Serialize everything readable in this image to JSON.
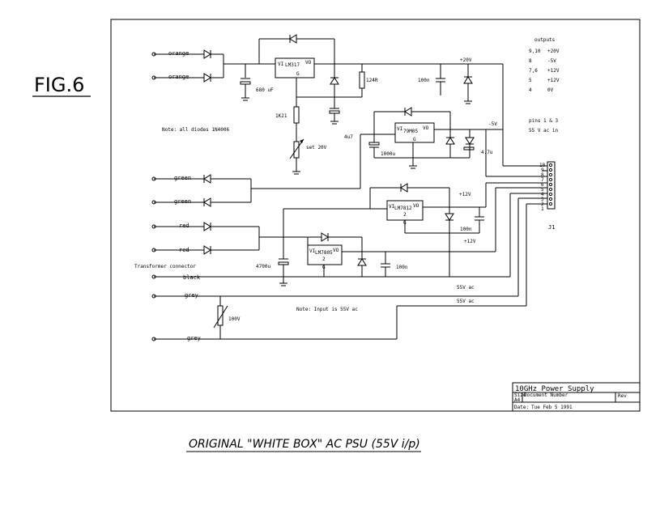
{
  "figure_label": "FIG.6",
  "caption": "ORIGINAL \"WHITE BOX\" AC PSU (55V i/p)",
  "outputs": {
    "heading": "outputs",
    "lines": [
      {
        "pins": "9,10",
        "value": "+20V"
      },
      {
        "pins": "8",
        "value": "-5V"
      },
      {
        "pins": "7,6",
        "value": "+12V"
      },
      {
        "pins": "5",
        "value": "+12V"
      },
      {
        "pins": "4",
        "value": "0V"
      }
    ],
    "input_pins": "pins 1 & 3",
    "input_value": "55 V ac in"
  },
  "notes": {
    "diodes": "Note: all diodes 1N4006",
    "input": "Note: Input is 55V ac"
  },
  "wires": {
    "orange": "orange",
    "green": "green",
    "red": "red",
    "black": "black",
    "grey": "grey",
    "transformer": "Transformer connector"
  },
  "regulators": {
    "lm317": "LM317",
    "r79m05": "79M05",
    "lm7812": "LM7812",
    "lm7805": "LM7805",
    "vi": "VI",
    "vo": "VO",
    "g": "G",
    "pin_u2": "2",
    "pin_u3": "2"
  },
  "components": {
    "c680": "680 uF",
    "r1k": "1K21",
    "r124": "124R",
    "c100n_top": "100n",
    "c4u7": "4u7",
    "vr_set": "set 20V",
    "c1000": "1000u",
    "c4u7b": "4.7u",
    "c100n_mid": "100n",
    "c4700": "4700u",
    "c100n_low": "100n",
    "vdr": "100V"
  },
  "rails": {
    "p20": "+20V",
    "m5": "-5V",
    "p12a": "+12V",
    "p12b": "+12V",
    "ac1": "55V ac",
    "ac2": "55V ac"
  },
  "connector": {
    "name": "J1",
    "pins": [
      "10",
      "9",
      "8",
      "7",
      "6",
      "5",
      "4",
      "3",
      "2",
      "1"
    ]
  },
  "title_block": {
    "title": "10GHz Power Supply",
    "size_label": "Size",
    "size_value": "A4",
    "docnum_label": "Document Number",
    "rev_label": "Rev",
    "date_label": "Date:",
    "date_value": "Tue Feb 5 1991"
  }
}
